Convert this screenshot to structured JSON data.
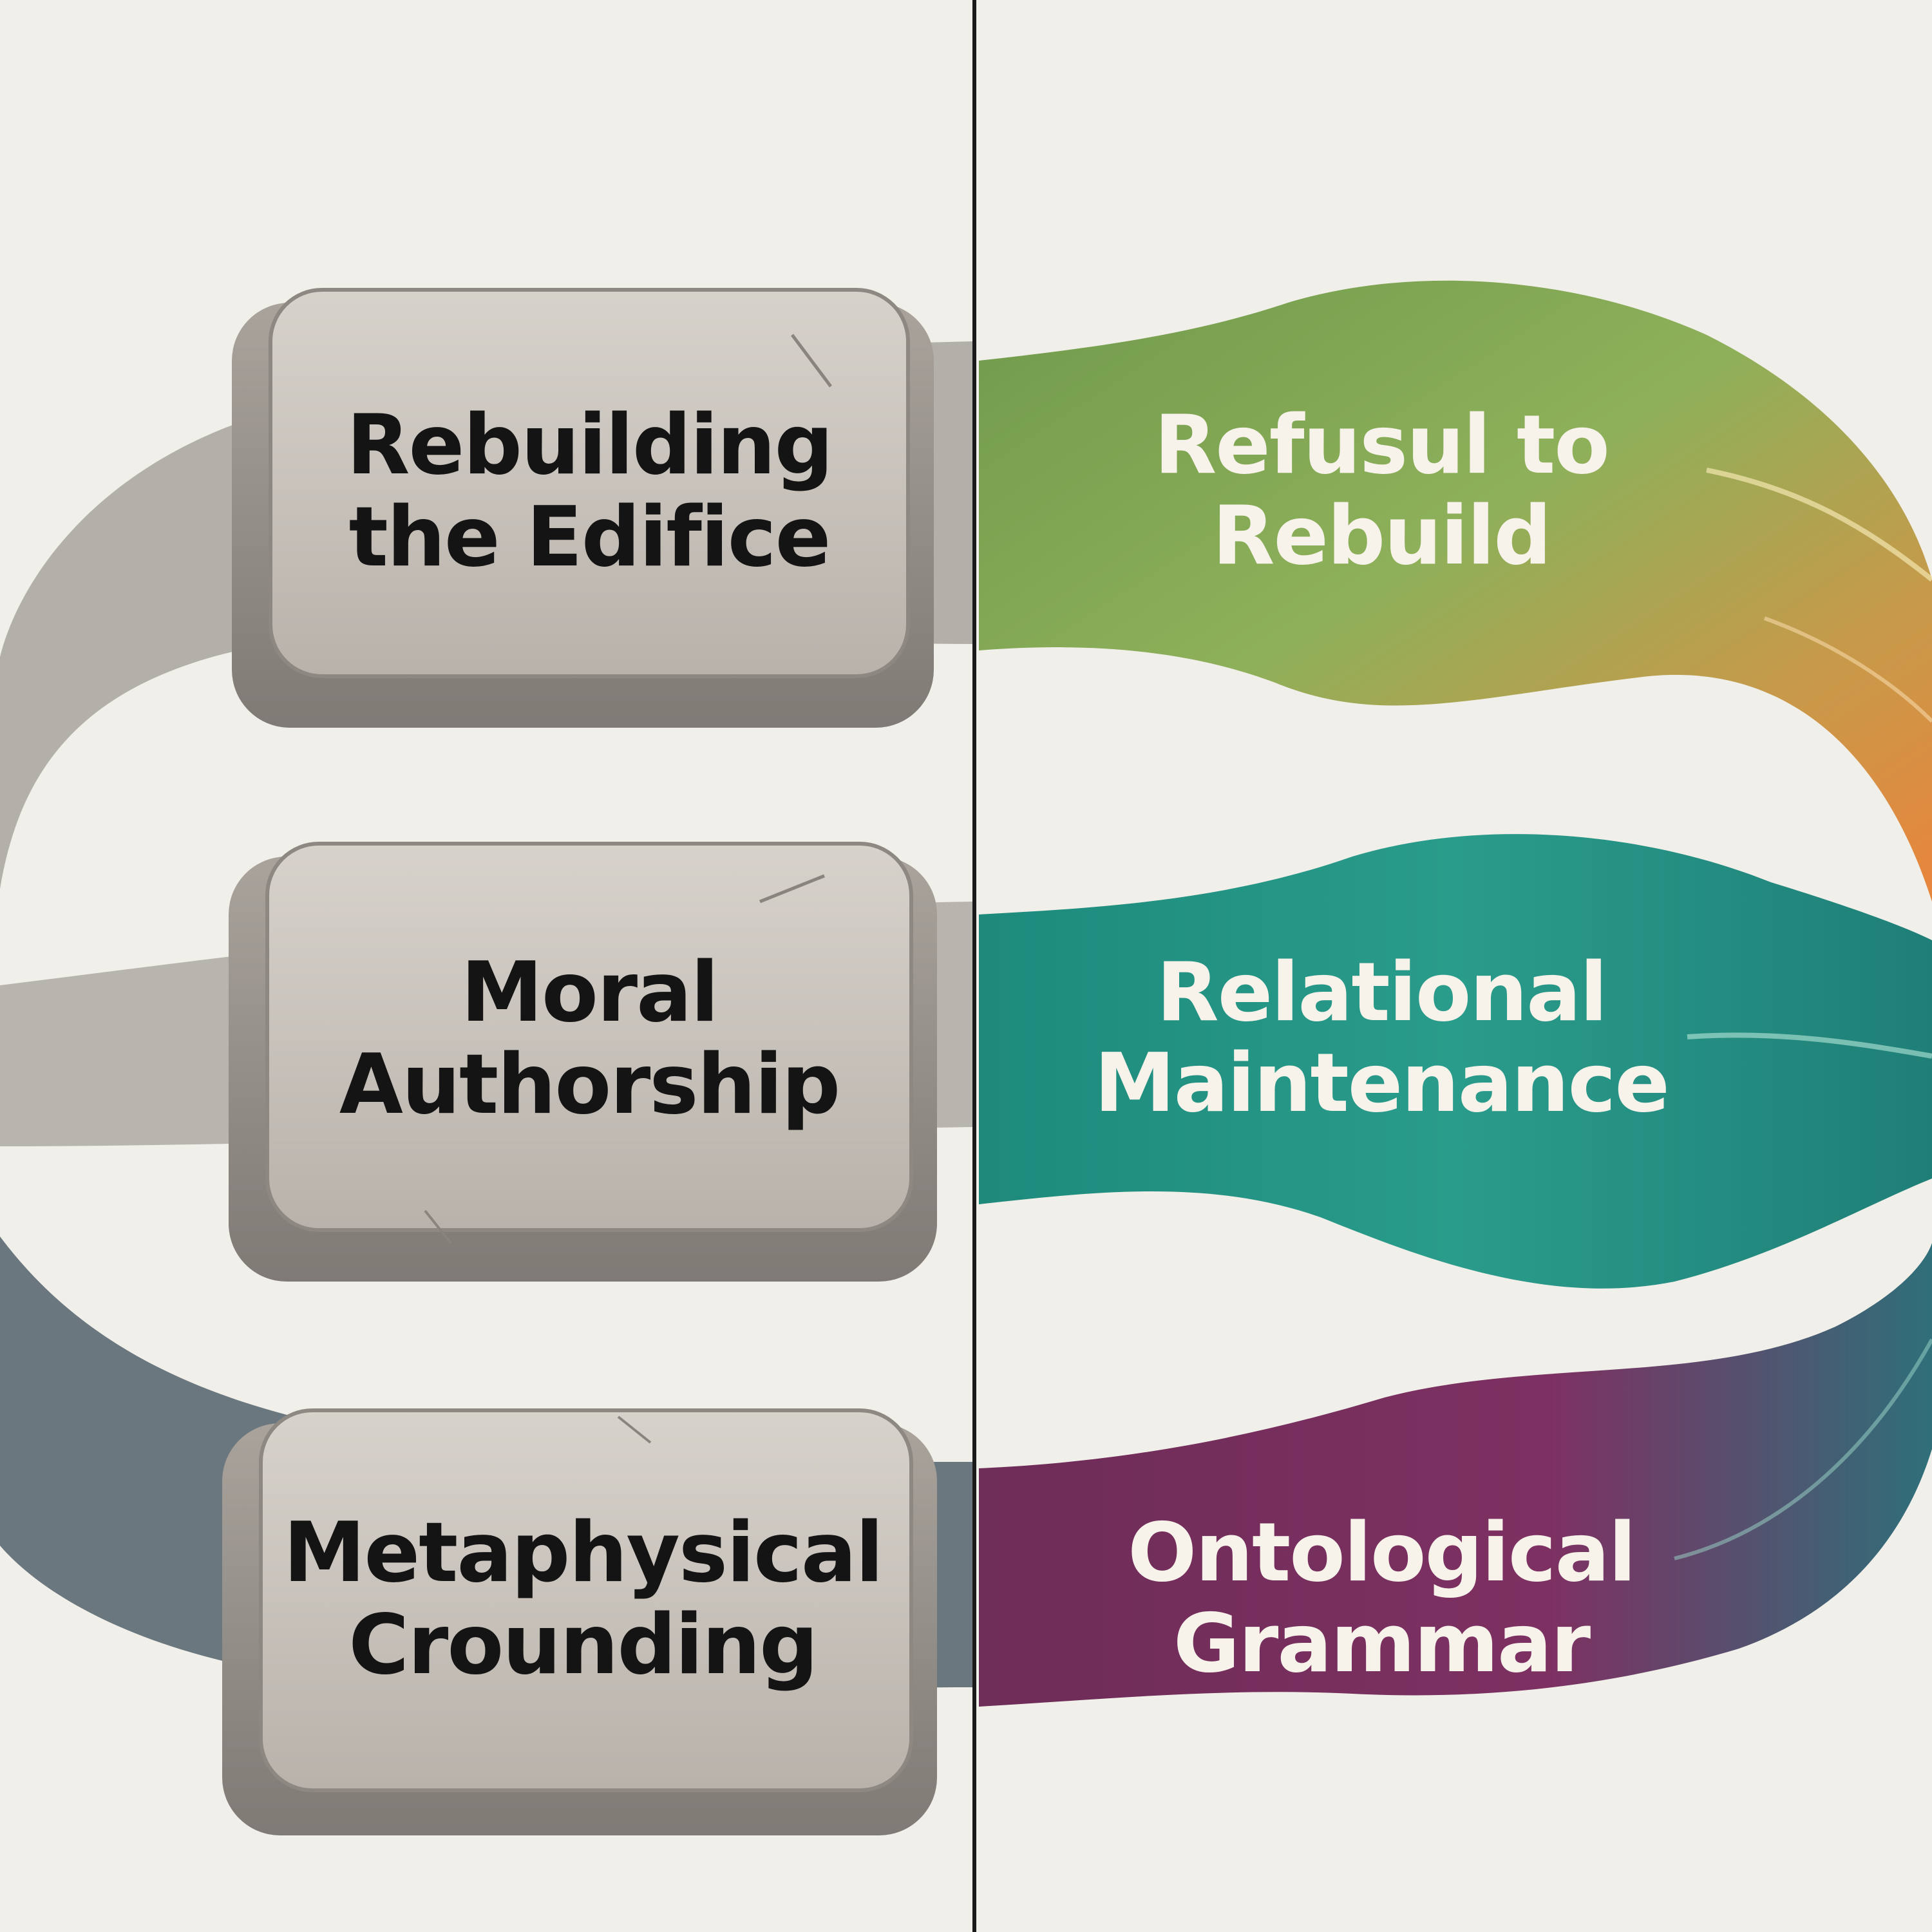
{
  "left_panel": {
    "stones": [
      {
        "line1": "Rebuilding",
        "line2": "the Edifice"
      },
      {
        "line1": "Moral",
        "line2": "Authorship"
      },
      {
        "line1": "Metaphysical",
        "line2": "Crounding"
      }
    ]
  },
  "right_panel": {
    "streams": [
      {
        "line1": "Refusul to",
        "line2": "Rebuild"
      },
      {
        "line1": "Relational",
        "line2": "Maintenance"
      },
      {
        "line1": "Ontological",
        "line2": "Grammar"
      }
    ]
  },
  "colors": {
    "background": "#f1efe9",
    "divider": "#1a1a1a",
    "stone": "#b9b4ad",
    "band_gray": "#a9a59f",
    "band_slate": "#5d6b73",
    "stream_green": "#7fa65a",
    "stream_orange": "#e2843e",
    "stream_teal": "#229586",
    "stream_purple": "#7a2f5e"
  }
}
